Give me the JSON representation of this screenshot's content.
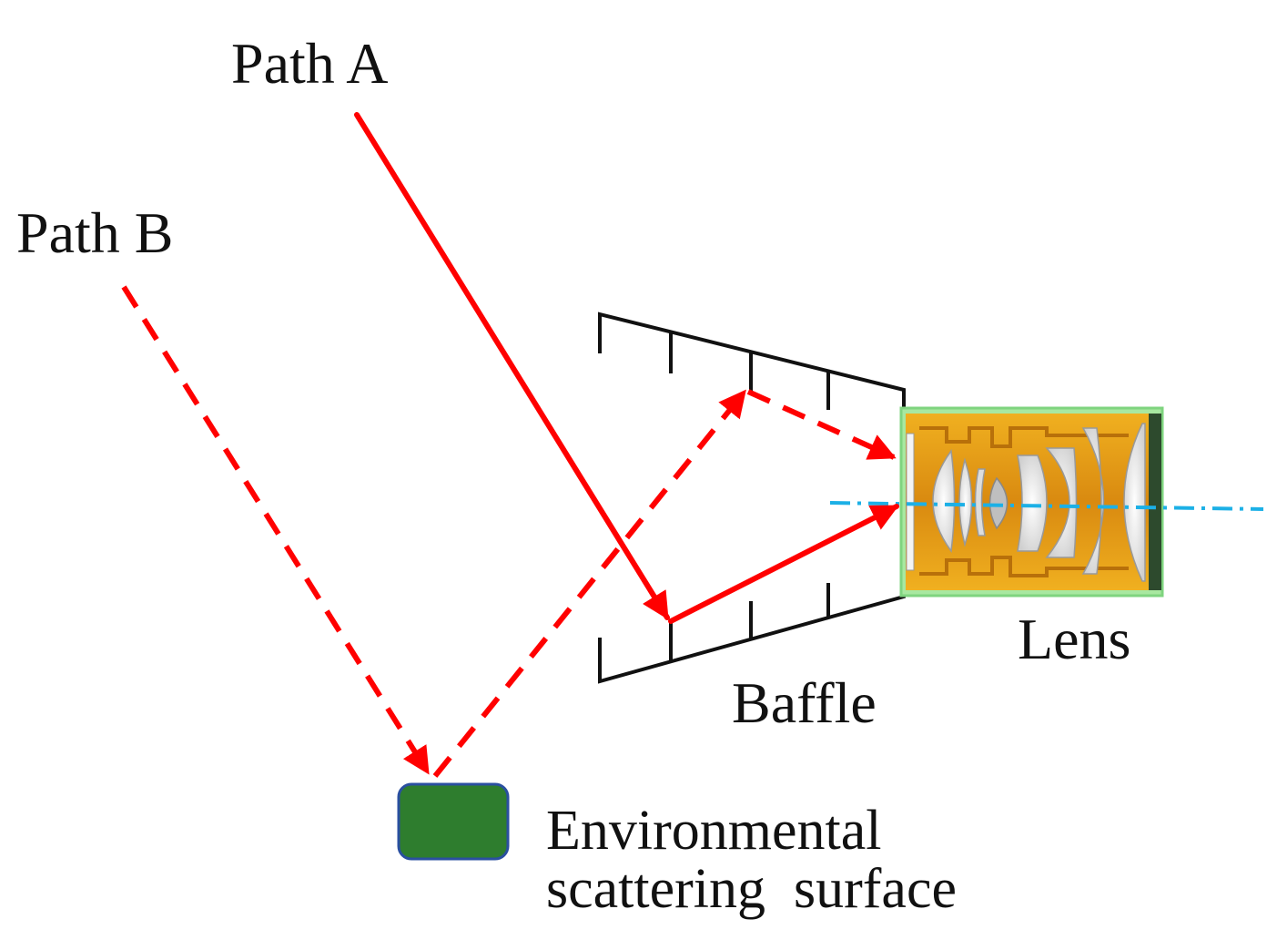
{
  "labels": {
    "path_a": "Path A",
    "path_b": "Path B",
    "baffle": "Baffle",
    "lens": "Lens",
    "env_line1": "Environmental",
    "env_line2": "scattering  surface"
  },
  "colors": {
    "ray": "#ff0000",
    "baffle": "#111111",
    "optical_axis": "#1cb0e6",
    "scatter_surface_fill": "#2e7d2e",
    "scatter_surface_border": "#2a4fa0",
    "lens_housing": "#e6a21c",
    "lens_glass": "#e8e8e8",
    "lens_outline": "#7fd47f"
  },
  "legend_styles": {
    "path_a": "solid",
    "path_b": "dashed"
  }
}
